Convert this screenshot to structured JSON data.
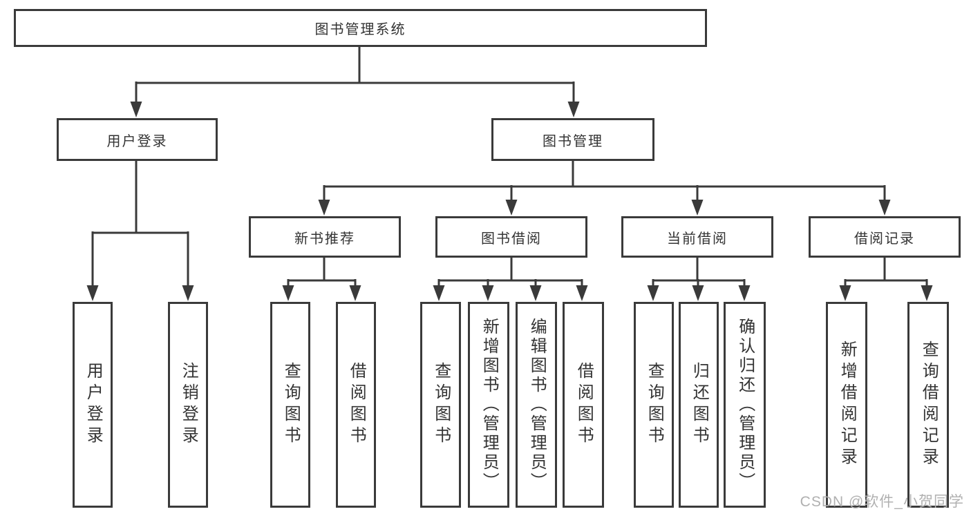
{
  "tree": {
    "root": "图书管理系统",
    "branches": [
      {
        "label": "用户登录",
        "leaves": [
          "用户登录",
          "注销登录"
        ]
      },
      {
        "label": "图书管理",
        "groups": [
          {
            "label": "新书推荐",
            "leaves": [
              "查询图书",
              "借阅图书"
            ]
          },
          {
            "label": "图书借阅",
            "leaves": [
              "查询图书",
              "新增图书（管理员）",
              "编辑图书（管理员）",
              "借阅图书"
            ]
          },
          {
            "label": "当前借阅",
            "leaves": [
              "查询图书",
              "归还图书",
              "确认归还（管理员）"
            ]
          },
          {
            "label": "借阅记录",
            "leaves": [
              "新增借阅记录",
              "查询借阅记录"
            ]
          }
        ]
      }
    ]
  },
  "watermark": {
    "text": "CSDN @软件_小贺同学"
  },
  "colors": {
    "line": "#3a3a3a",
    "text": "#333333",
    "background": "#ffffff",
    "watermark": "#b0b0b0"
  }
}
